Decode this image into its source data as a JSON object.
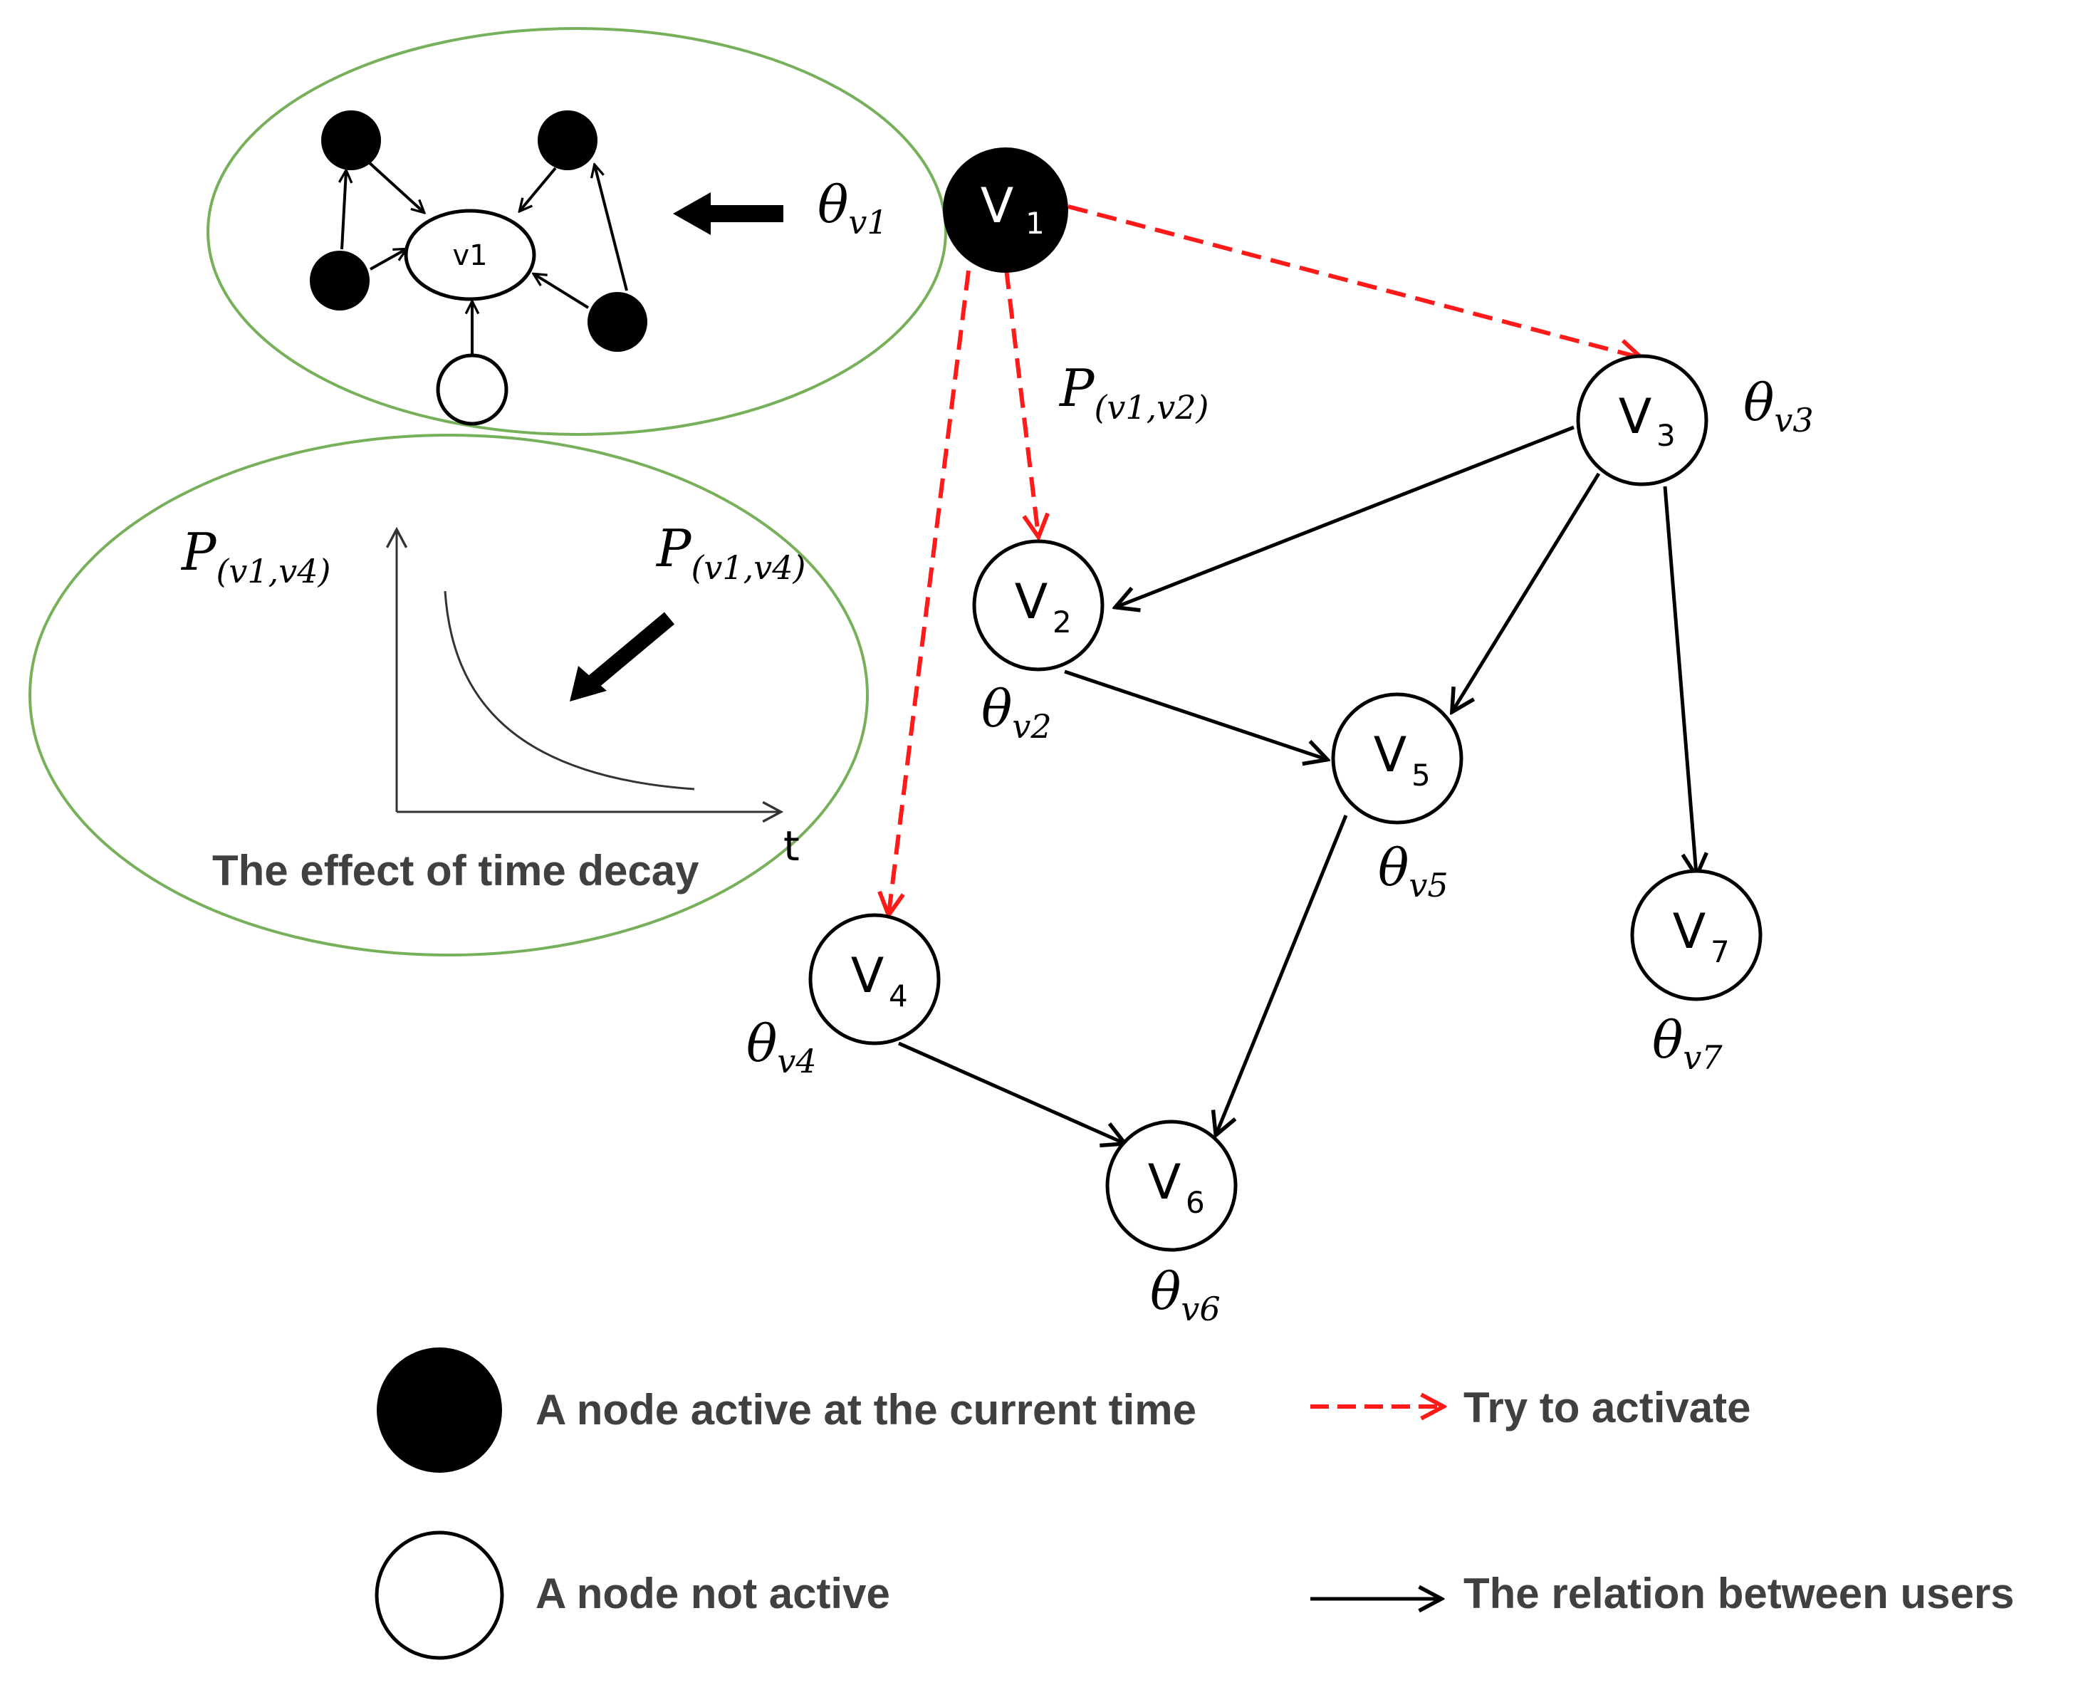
{
  "colors": {
    "active_node": "#000000",
    "inactive_node": "#ffffff",
    "try_activate_arrow": "#ff1a1a",
    "relation_arrow": "#000000",
    "ellipse_border": "#77b05a"
  },
  "nodes": {
    "v1": {
      "main": "V",
      "sub": "1",
      "theta_sub": "v1"
    },
    "v2": {
      "main": "V",
      "sub": "2",
      "theta_sub": "v2"
    },
    "v3": {
      "main": "V",
      "sub": "3",
      "theta_sub": "v3"
    },
    "v4": {
      "main": "V",
      "sub": "4",
      "theta_sub": "v4"
    },
    "v5": {
      "main": "V",
      "sub": "5",
      "theta_sub": "v5"
    },
    "v6": {
      "main": "V",
      "sub": "6",
      "theta_sub": "v6"
    },
    "v7": {
      "main": "V",
      "sub": "7",
      "theta_sub": "v7"
    }
  },
  "theta_symbol": "θ",
  "edge_labels": {
    "p_v1_v2": {
      "main": "P",
      "sub": "(v1,v2)"
    }
  },
  "inset_top": {
    "center_node": "v1"
  },
  "inset_bottom": {
    "y_label": {
      "main": "P",
      "sub": "(v1,v4)"
    },
    "curve_label": {
      "main": "P",
      "sub": "(v1,v4)"
    },
    "x_label": "t",
    "caption": "The effect of time decay"
  },
  "legend": {
    "active": "A node active at the current time",
    "inactive": "A node not active",
    "try": "Try to activate",
    "relation": "The relation between users"
  }
}
